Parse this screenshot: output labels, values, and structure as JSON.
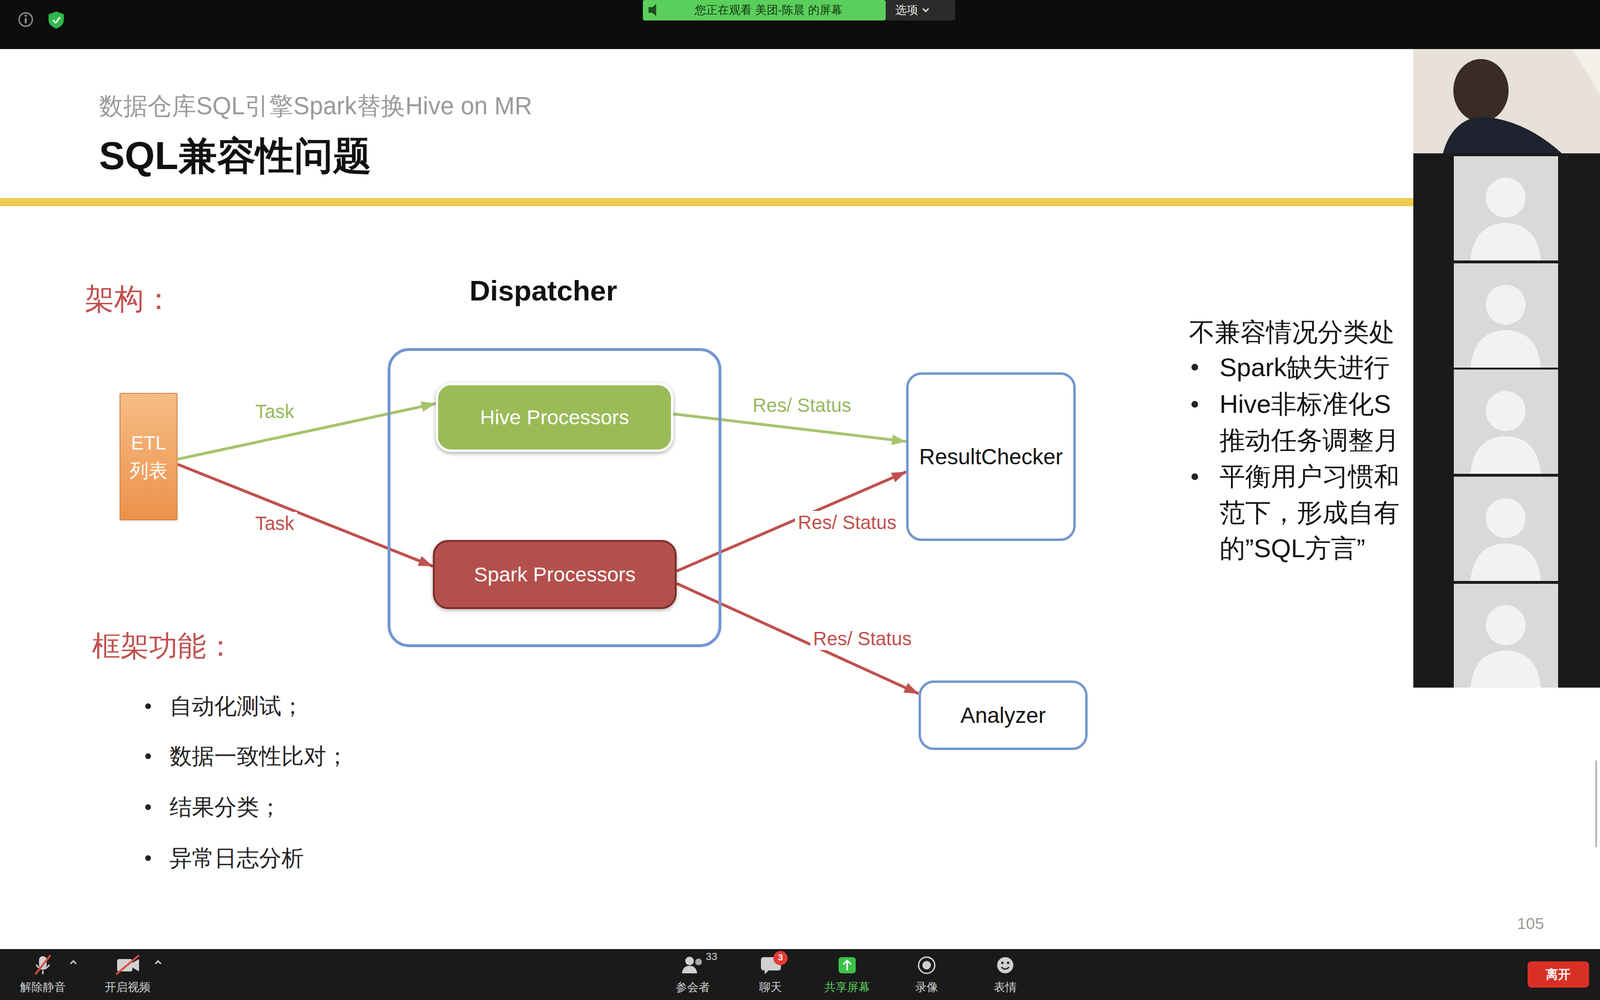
{
  "diagram": {
    "title": "SQL兼容性问题",
    "nodes": [
      {
        "text": [
          "ETL 列表"
        ]
      },
      {
        "text": [
          "Dispatcher"
        ]
      },
      {
        "text": [
          "Hive Processors"
        ],
        "in": 1
      },
      {
        "text": [
          "Spark Processors"
        ],
        "in": 1
      },
      {
        "text": [
          "ResultChecker"
        ]
      },
      {
        "text": [
          "Analyzer"
        ]
      }
    ],
    "edges": [
      {
        "from": 0,
        "to": 2,
        "label": "Task",
        "arrow": "to"
      },
      {
        "from": 0,
        "to": 3,
        "label": "Task",
        "arrow": "to"
      },
      {
        "from": 2,
        "to": 4,
        "label": "Res/ Status",
        "arrow": "to"
      },
      {
        "from": 3,
        "to": 4,
        "label": "Res/ Status",
        "arrow": "to"
      },
      {
        "from": 3,
        "to": 5,
        "label": "Res/ Status",
        "arrow": "to"
      }
    ],
    "labels": [
      "您正在观看 美团-陈晨 的屏幕",
      "选项",
      "数据仓库SQL引擎Spark替换Hive on MR",
      "架构：",
      "框架功能：",
      "自动化测试；",
      "数据一致性比对；",
      "结果分类；",
      "异常日志分析",
      "不兼容情况分类处",
      "Spark缺失进行",
      "Hive非标准化S 推动任务调整月",
      "平衡用户习惯和 范下，形成自有 的”SQL方言”",
      "105",
      "解除静音",
      "开启视频",
      "参会者",
      "33",
      "聊天",
      "3",
      "共享屏幕",
      "录像",
      "表情",
      "离开"
    ]
  }
}
